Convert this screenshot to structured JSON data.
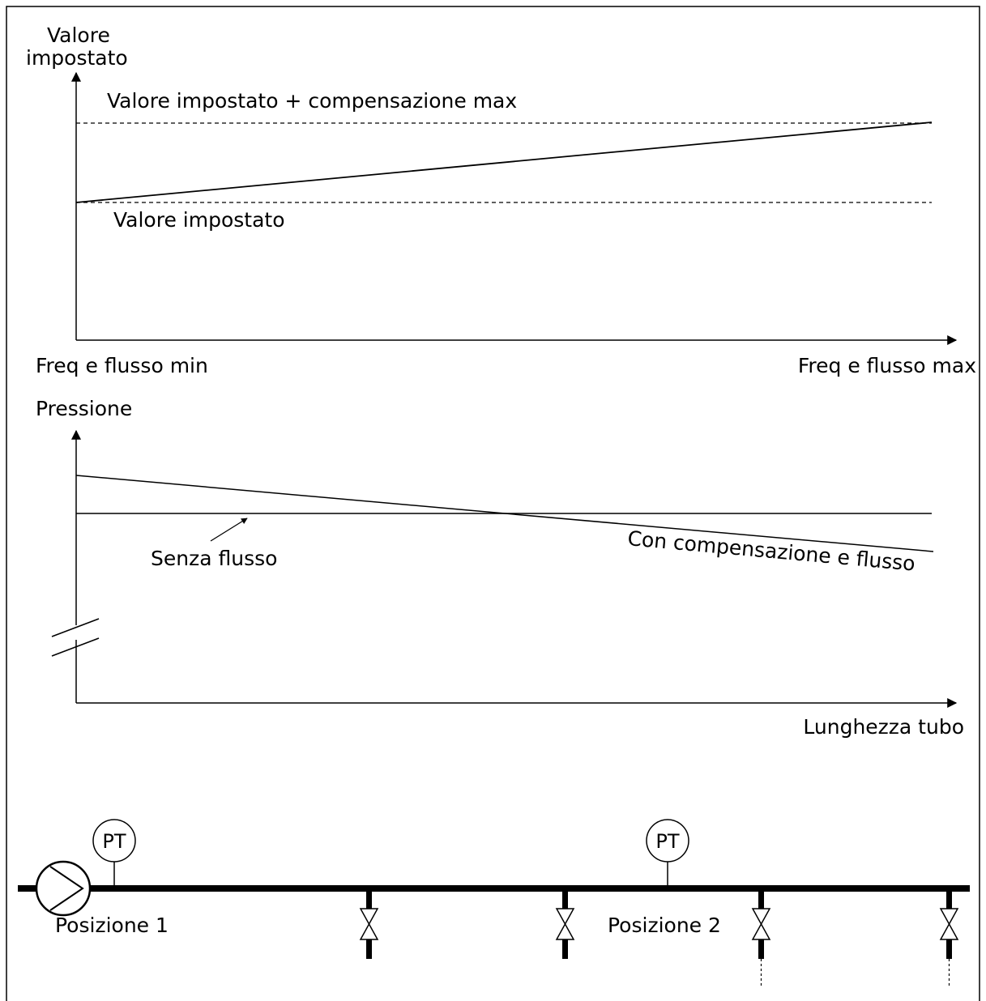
{
  "top_chart": {
    "y_axis_label_line1": "Valore",
    "y_axis_label_line2": "impostato",
    "max_line_label": "Valore impostato + compensazione max",
    "setpoint_label": "Valore impostato",
    "x_min_label": "Freq e flusso min",
    "x_max_label": "Freq e flusso max"
  },
  "bottom_chart": {
    "y_axis_label": "Pressione",
    "no_flow_label": "Senza flusso",
    "compensation_label": "Con compensazione e flusso",
    "x_axis_label": "Lunghezza tubo"
  },
  "pipe": {
    "sensor_1_label": "PT",
    "sensor_2_label": "PT",
    "position_1_label": "Posizione 1",
    "position_2_label": "Posizione 2"
  }
}
